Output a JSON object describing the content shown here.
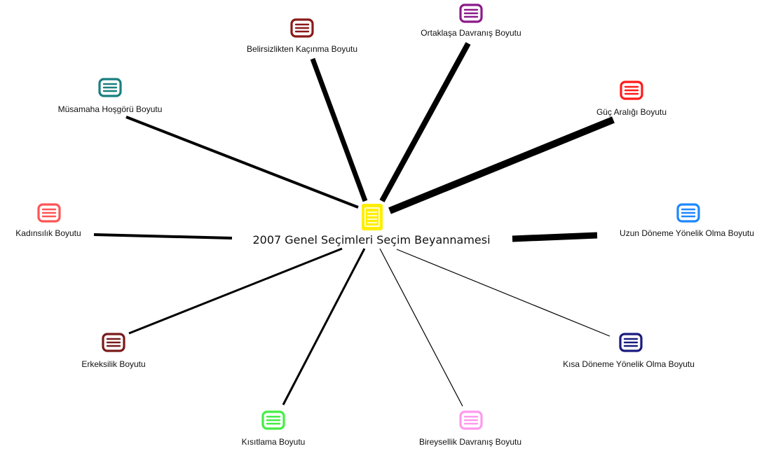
{
  "center": {
    "label": "2007 Genel Seçimleri Seçim Beyannamesi",
    "icon": "document-icon",
    "color": "#ffee00",
    "accent": "#ffffff"
  },
  "nodes": [
    {
      "id": "ortaklasa",
      "label": "Ortaklaşa Davranış Boyutu",
      "color": "#8b1a8b",
      "icon": "list-icon",
      "weight": 8
    },
    {
      "id": "belirsizlik",
      "label": "Belirsizlikten Kaçınma Boyutu",
      "color": "#8b1a1a",
      "icon": "list-icon",
      "weight": 7
    },
    {
      "id": "guc",
      "label": "Güç Aralığı Boyutu",
      "color": "#ff1a1a",
      "icon": "list-icon",
      "weight": 10
    },
    {
      "id": "musamaha",
      "label": "Müsamaha Hoşgörü Boyutu",
      "color": "#1a7f7f",
      "icon": "list-icon",
      "weight": 4
    },
    {
      "id": "kadinsilik",
      "label": "Kadınsılık Boyutu",
      "color": "#ff5555",
      "icon": "list-icon",
      "weight": 4
    },
    {
      "id": "uzun",
      "label": "Uzun Döneme Yönelik Olma Boyutu",
      "color": "#1e88ff",
      "icon": "list-icon",
      "weight": 9
    },
    {
      "id": "erkeksilik",
      "label": "Erkeksilik Boyutu",
      "color": "#7a1a1a",
      "icon": "list-icon",
      "weight": 3
    },
    {
      "id": "kisa",
      "label": "Kısa Döneme Yönelik Olma Boyutu",
      "color": "#1a1a7f",
      "icon": "list-icon",
      "weight": 1.2
    },
    {
      "id": "kisitlama",
      "label": "Kısıtlama Boyutu",
      "color": "#44ee44",
      "icon": "list-icon",
      "weight": 3
    },
    {
      "id": "bireysellik",
      "label": "Bireysellik Davranış Boyutu",
      "color": "#ff99ee",
      "icon": "list-icon",
      "weight": 1.2
    }
  ]
}
